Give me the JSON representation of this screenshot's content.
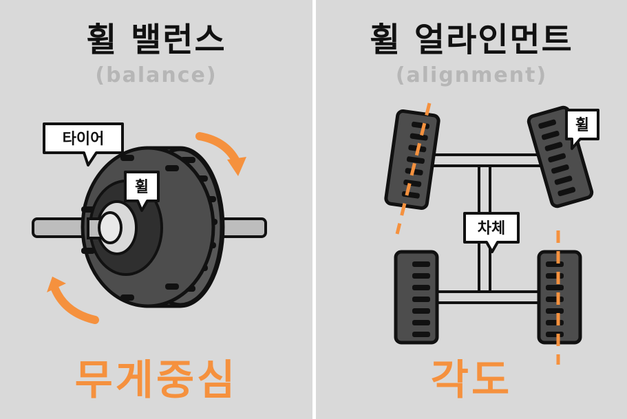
{
  "left": {
    "title": "휠 밸런스",
    "subtitle": "(balance)",
    "labels": {
      "tire": "타이어",
      "wheel": "휠"
    },
    "bottom": "무게중심"
  },
  "right": {
    "title": "휠 얼라인먼트",
    "subtitle": "(alignment)",
    "labels": {
      "wheel": "휠",
      "chassis": "차체"
    },
    "bottom": "각도"
  },
  "colors": {
    "accent": "#f5913e",
    "panel": "#d9d9d9",
    "tire": "#4d4d4d",
    "outline": "#111111",
    "subtitle": "#b6b6b6"
  },
  "icons": [
    "rotation-arrow-icon",
    "tire-icon",
    "axle-icon",
    "alignment-line-icon"
  ]
}
